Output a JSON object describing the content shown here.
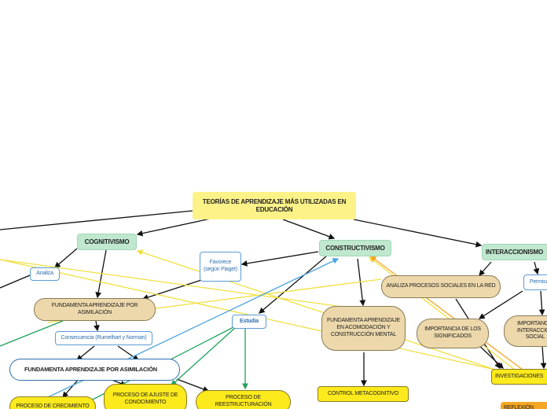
{
  "nodes": {
    "root": "TEORÍAS DE APRENDIZAJE MÁS UTILIZADAS EN EDUCACIÓN",
    "cognitivismo": "COGNITIVISMO",
    "constructivismo": "CONSTRUCTIVISMO",
    "interaccionismo": "INTERACCIONISMO",
    "analiza": "Analiza",
    "favorece": "Favorece (según Piaget)",
    "fundamenta_asim_1": "FUNDAMENTA APRENDIZAJE POR ASIMILACIÓN",
    "consecuencia": "Consecuencia (Rumelhart y Norman)",
    "estudia": "Estudia",
    "fundamenta_acomod": "FUNDAMENTA APRENDIZAJE EN ACOMODACIÓN Y CONSTRUCCIÓN MENTAL",
    "analiza_procesos": "ANALIZA PROCESOS SOCIALES EN LA RED",
    "permisa": "Permisa",
    "importancia_significados": "IMPORTANCIA DE LOS SIGNIFICADOS",
    "importancia_interaccion": "IMPORTANCIA INTERACCIÓN SOCIAL",
    "fundamenta_asim_2": "FUNDAMENTA APRENDIZAJE POR ASIMILACIÓN",
    "proceso_ajuste": "PROCESO DE AJUSTE DE CONOCIMIENTO",
    "proceso_reestructuracion": "PROCESO DE REESTRUCTURACIÓN",
    "proceso_crecimiento": "PROCESO DE CRECIMIENTO",
    "control_metacognitivo": "CONTROL METACOGNITIVO",
    "investigaciones": "INVESTIGACIONES",
    "reflexion": "REFLEXIÓN"
  }
}
